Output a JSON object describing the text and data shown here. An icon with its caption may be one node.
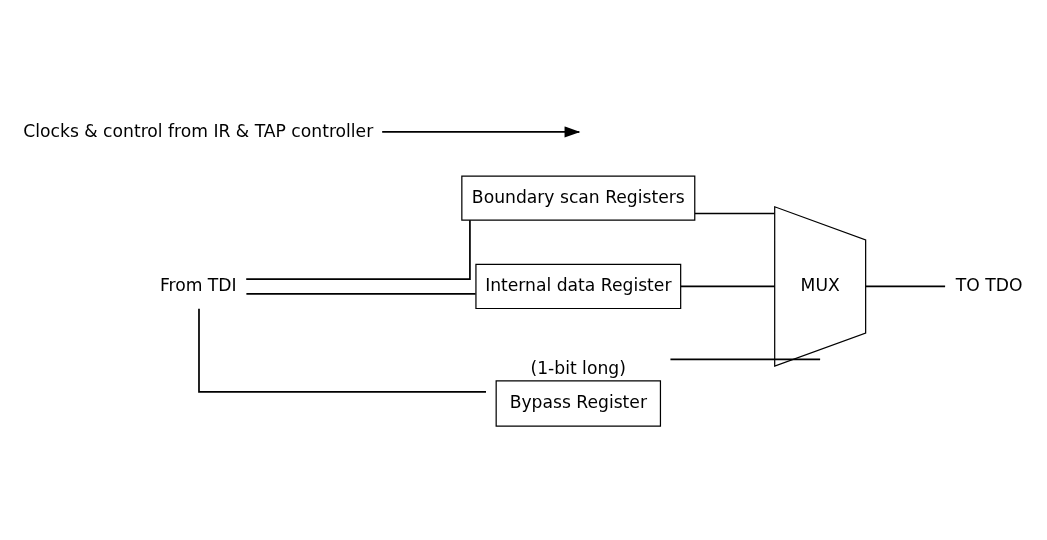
{
  "diagram": {
    "nodes": [
      {
        "text": [
          "From TDI"
        ]
      },
      {
        "text": [
          "Boundary scan Registers"
        ]
      },
      {
        "text": [
          "Internal data Register"
        ]
      },
      {
        "text": [
          "Bypass Register"
        ],
        "beside": [
          "(1-bit long)"
        ]
      },
      {
        "text": [
          "MUX"
        ]
      },
      {
        "text": [
          "TO TDO"
        ]
      },
      {
        "text": [
          "Clocks & control from IR & TAP controller"
        ]
      }
    ],
    "edges": [
      {
        "from": 0,
        "to": 1,
        "arrow": "none"
      },
      {
        "from": 0,
        "to": 2,
        "arrow": "none"
      },
      {
        "from": 0,
        "to": 3,
        "arrow": "none"
      },
      {
        "from": 1,
        "to": 4,
        "arrow": "none"
      },
      {
        "from": 2,
        "to": 4,
        "arrow": "none"
      },
      {
        "from": 3,
        "to": 4,
        "arrow": "none"
      },
      {
        "from": 4,
        "to": 5,
        "arrow": "none"
      },
      {
        "from": 6,
        "to": null,
        "arrow": "to"
      }
    ]
  }
}
